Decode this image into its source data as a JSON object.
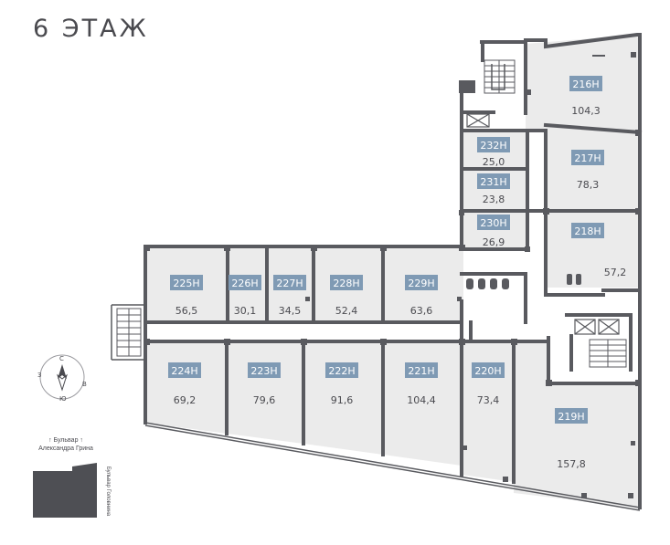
{
  "floor_title": "6 ЭТАЖ",
  "colors": {
    "wall": "#595a5f",
    "room_fill": "#ebebeb",
    "label_bg": "#7f9ab4",
    "label_text": "#ffffff",
    "text": "#4a4a4f",
    "block_fill": "#4e4f54"
  },
  "rooms": [
    {
      "label": "216Н",
      "area": "104,3"
    },
    {
      "label": "217Н",
      "area": "78,3"
    },
    {
      "label": "218Н",
      "area": "57,2"
    },
    {
      "label": "232Н",
      "area": "25,0"
    },
    {
      "label": "231Н",
      "area": "23,8"
    },
    {
      "label": "230Н",
      "area": "26,9"
    },
    {
      "label": "225Н",
      "area": "56,5"
    },
    {
      "label": "226Н",
      "area": "30,1"
    },
    {
      "label": "227Н",
      "area": "34,5"
    },
    {
      "label": "228Н",
      "area": "52,4"
    },
    {
      "label": "229Н",
      "area": "63,6"
    },
    {
      "label": "224Н",
      "area": "69,2"
    },
    {
      "label": "223Н",
      "area": "79,6"
    },
    {
      "label": "222Н",
      "area": "91,6"
    },
    {
      "label": "221Н",
      "area": "104,4"
    },
    {
      "label": "220Н",
      "area": "73,4"
    },
    {
      "label": "219Н",
      "area": "157,8"
    }
  ],
  "compass": {
    "north": "С",
    "south": "Ю",
    "east": "В",
    "west": "З"
  },
  "street_left_1": "↑ Бульвар ↑",
  "street_left_2": "Александра Грина",
  "street_bottom": "Бульвар Головнина",
  "icons": [
    "stairs-icon",
    "elevator-icon",
    "compass-icon"
  ]
}
